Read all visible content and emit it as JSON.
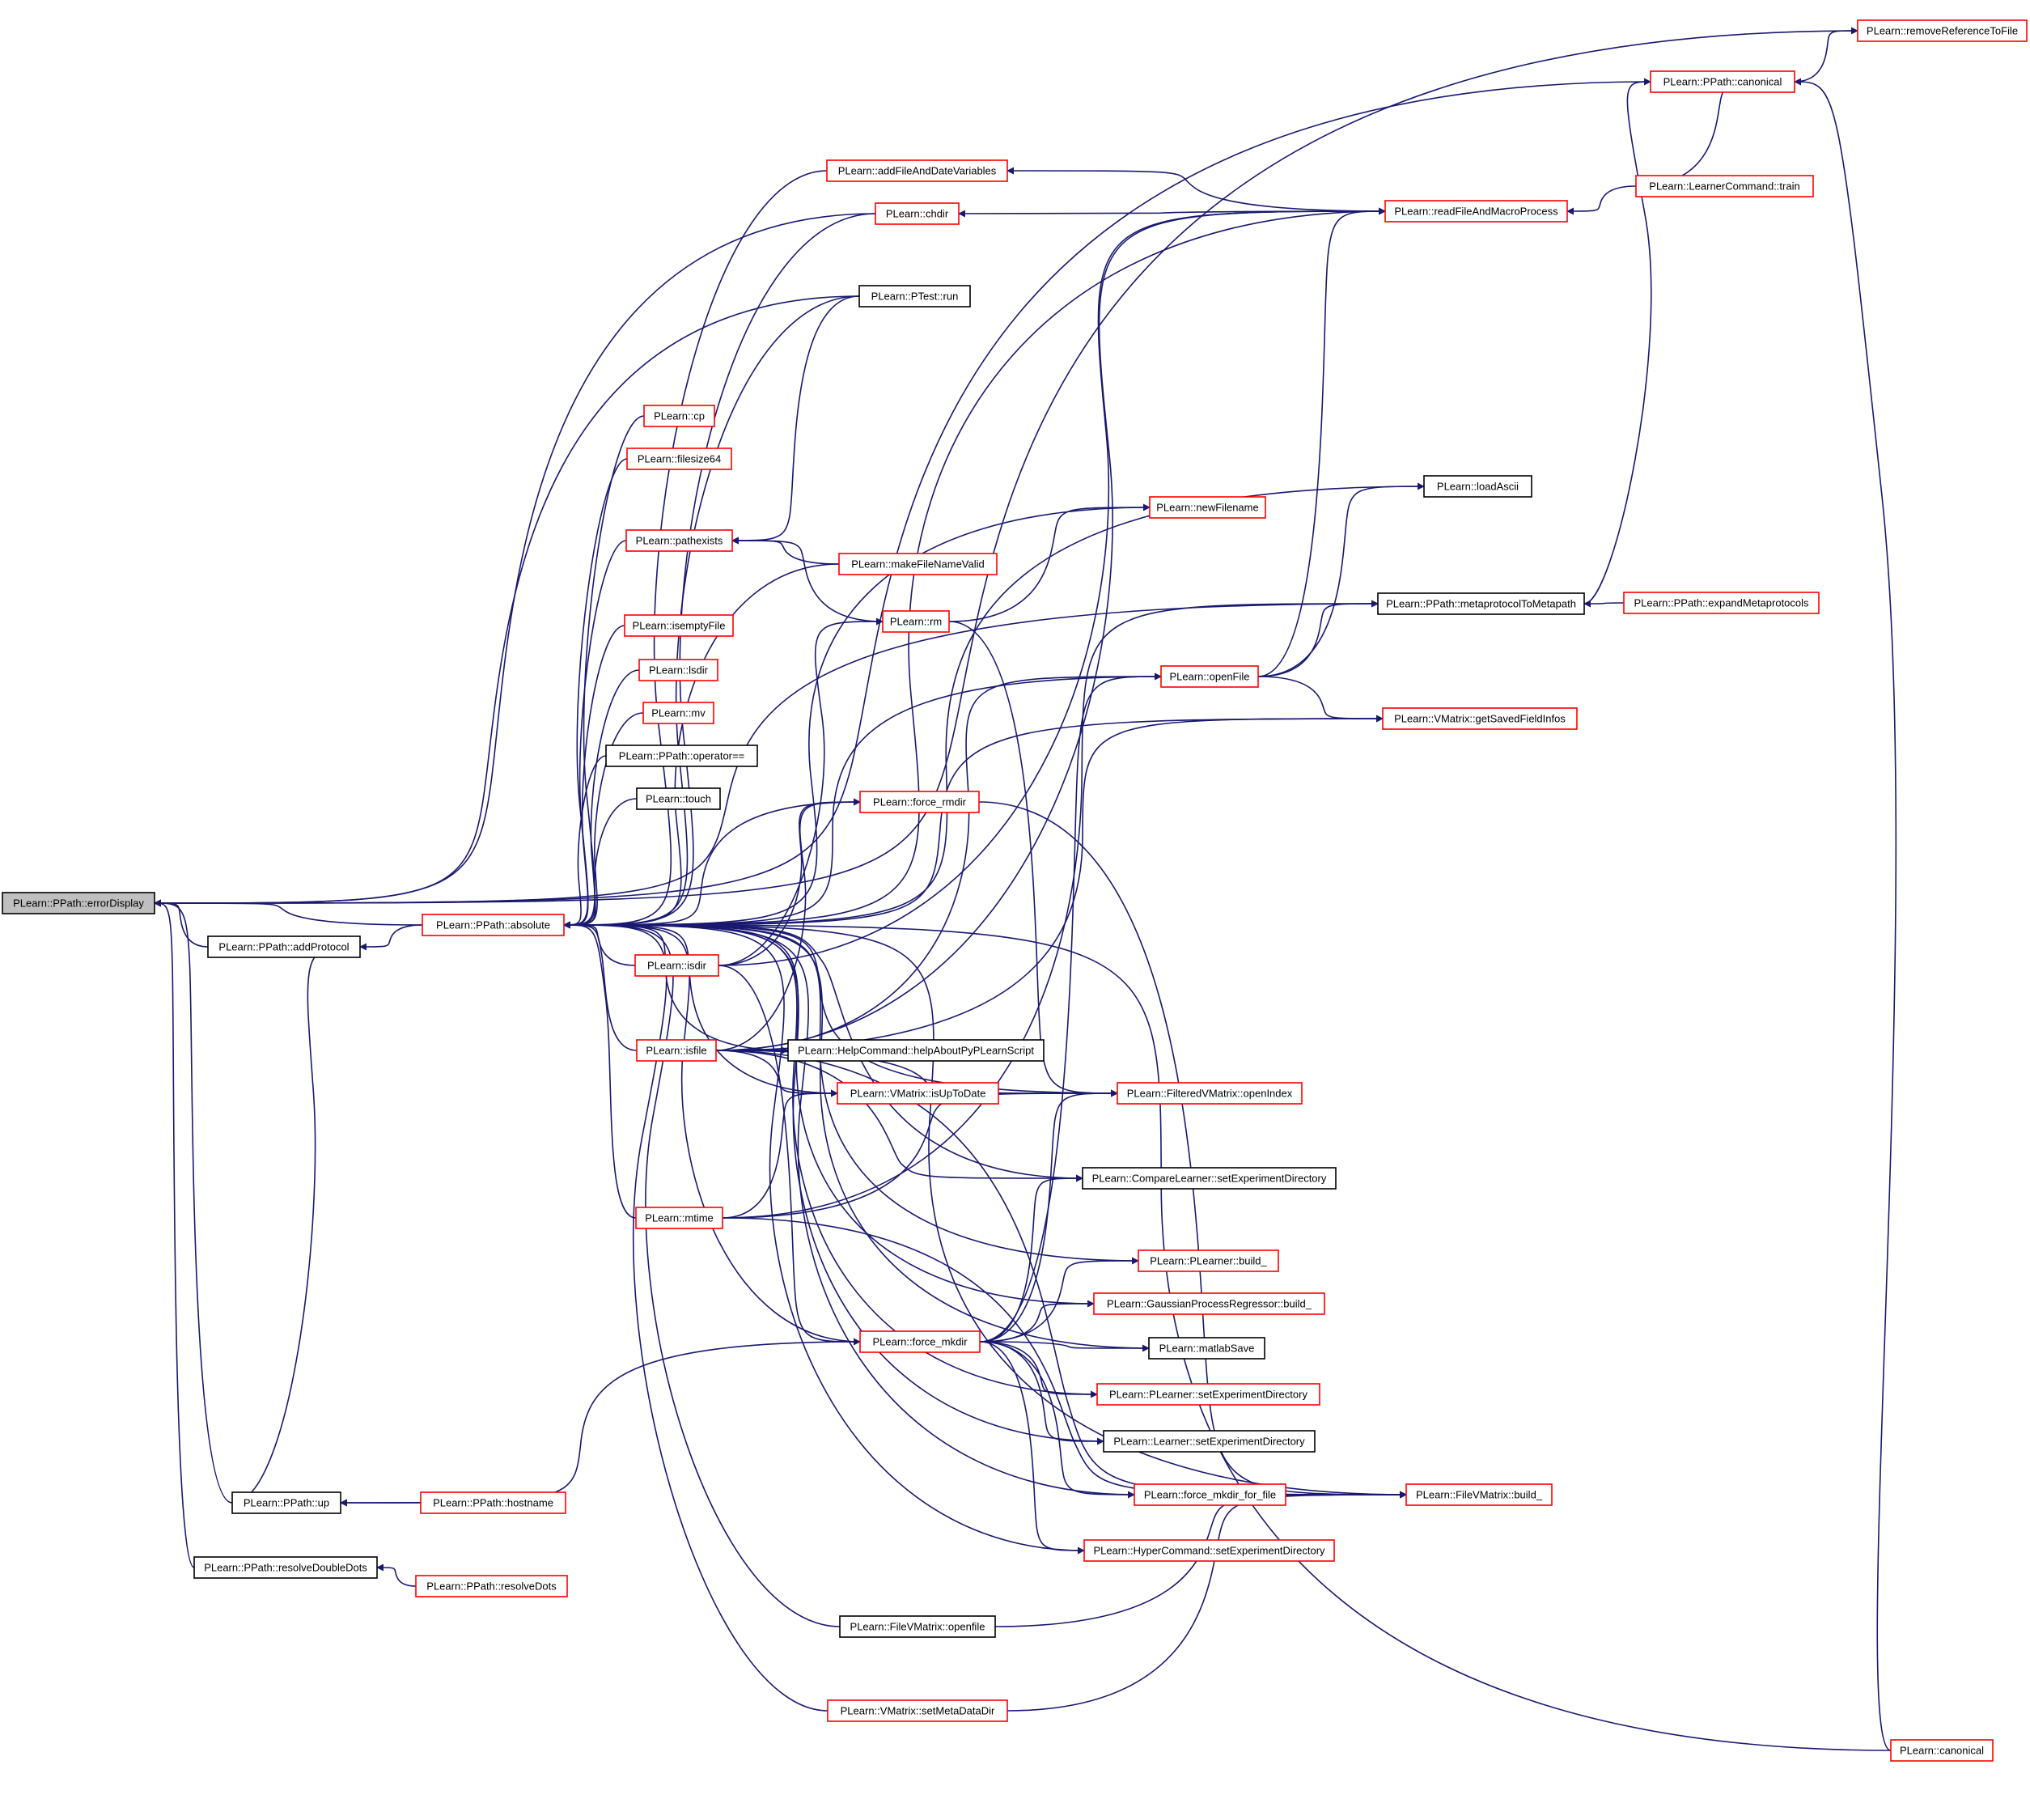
{
  "colors": {
    "edge": "#191970",
    "red_border": "#ff0000",
    "black_border": "#000000",
    "focus_fill": "#bfbfbf"
  },
  "nodes": [
    {
      "id": "errorDisplay",
      "label": "PLearn::PPath::errorDisplay",
      "style": "focus"
    },
    {
      "id": "addProtocol",
      "label": "PLearn::PPath::addProtocol",
      "style": "black"
    },
    {
      "id": "absolute",
      "label": "PLearn::PPath::absolute",
      "style": "red"
    },
    {
      "id": "up",
      "label": "PLearn::PPath::up",
      "style": "black"
    },
    {
      "id": "hostname",
      "label": "PLearn::PPath::hostname",
      "style": "red"
    },
    {
      "id": "resolveDoubleDots",
      "label": "PLearn::PPath::resolveDoubleDots",
      "style": "black"
    },
    {
      "id": "resolveDots",
      "label": "PLearn::PPath::resolveDots",
      "style": "red"
    },
    {
      "id": "addFileAndDateVariables",
      "label": "PLearn::addFileAndDateVariables",
      "style": "red"
    },
    {
      "id": "chdir",
      "label": "PLearn::chdir",
      "style": "red"
    },
    {
      "id": "ptestRun",
      "label": "PLearn::PTest::run",
      "style": "black"
    },
    {
      "id": "cp",
      "label": "PLearn::cp",
      "style": "red"
    },
    {
      "id": "filesize64",
      "label": "PLearn::filesize64",
      "style": "red"
    },
    {
      "id": "pathexists",
      "label": "PLearn::pathexists",
      "style": "red"
    },
    {
      "id": "isemptyFile",
      "label": "PLearn::isemptyFile",
      "style": "red"
    },
    {
      "id": "lsdir",
      "label": "PLearn::lsdir",
      "style": "red"
    },
    {
      "id": "mv",
      "label": "PLearn::mv",
      "style": "red"
    },
    {
      "id": "operatorEq",
      "label": "PLearn::PPath::operator==",
      "style": "black"
    },
    {
      "id": "touch",
      "label": "PLearn::touch",
      "style": "black"
    },
    {
      "id": "isdir",
      "label": "PLearn::isdir",
      "style": "red"
    },
    {
      "id": "isfile",
      "label": "PLearn::isfile",
      "style": "red"
    },
    {
      "id": "mtime",
      "label": "PLearn::mtime",
      "style": "red"
    },
    {
      "id": "forceMkdir",
      "label": "PLearn::force_mkdir",
      "style": "red"
    },
    {
      "id": "fileVMatOpenfile",
      "label": "PLearn::FileVMatrix::openfile",
      "style": "black"
    },
    {
      "id": "setMetaDataDir",
      "label": "PLearn::VMatrix::setMetaDataDir",
      "style": "red"
    },
    {
      "id": "makeFileNameValid",
      "label": "PLearn::makeFileNameValid",
      "style": "red"
    },
    {
      "id": "rm",
      "label": "PLearn::rm",
      "style": "red"
    },
    {
      "id": "forceRmdir",
      "label": "PLearn::force_rmdir",
      "style": "red"
    },
    {
      "id": "helpAbout",
      "label": "PLearn::HelpCommand::helpAboutPyPLearnScript",
      "style": "black"
    },
    {
      "id": "isUpToDate",
      "label": "PLearn::VMatrix::isUpToDate",
      "style": "red"
    },
    {
      "id": "newFilename",
      "label": "PLearn::newFilename",
      "style": "red"
    },
    {
      "id": "openFile",
      "label": "PLearn::openFile",
      "style": "red"
    },
    {
      "id": "filteredOpenIndex",
      "label": "PLearn::FilteredVMatrix::openIndex",
      "style": "red"
    },
    {
      "id": "compareLearner",
      "label": "PLearn::CompareLearner::setExperimentDirectory",
      "style": "black"
    },
    {
      "id": "plearnerBuild",
      "label": "PLearn::PLearner::build_",
      "style": "red"
    },
    {
      "id": "gaussianBuild",
      "label": "PLearn::GaussianProcessRegressor::build_",
      "style": "red"
    },
    {
      "id": "matlabSave",
      "label": "PLearn::matlabSave",
      "style": "black"
    },
    {
      "id": "plearnerSetExp",
      "label": "PLearn::PLearner::setExperimentDirectory",
      "style": "red"
    },
    {
      "id": "learnerSetExp",
      "label": "PLearn::Learner::setExperimentDirectory",
      "style": "black"
    },
    {
      "id": "forceMkdirForFile",
      "label": "PLearn::force_mkdir_for_file",
      "style": "red"
    },
    {
      "id": "hyperSetExp",
      "label": "PLearn::HyperCommand::setExperimentDirectory",
      "style": "red"
    },
    {
      "id": "readFileAndMacro",
      "label": "PLearn::readFileAndMacroProcess",
      "style": "red"
    },
    {
      "id": "loadAscii",
      "label": "PLearn::loadAscii",
      "style": "black"
    },
    {
      "id": "metaToMeta",
      "label": "PLearn::PPath::metaprotocolToMetapath",
      "style": "black"
    },
    {
      "id": "getSavedFieldInfos",
      "label": "PLearn::VMatrix::getSavedFieldInfos",
      "style": "red"
    },
    {
      "id": "fileVMatBuild",
      "label": "PLearn::FileVMatrix::build_",
      "style": "red"
    },
    {
      "id": "ppathCanonical",
      "label": "PLearn::PPath::canonical",
      "style": "red"
    },
    {
      "id": "learnerCmdTrain",
      "label": "PLearn::LearnerCommand::train",
      "style": "red"
    },
    {
      "id": "expandMeta",
      "label": "PLearn::PPath::expandMetaprotocols",
      "style": "red"
    },
    {
      "id": "removeRef",
      "label": "PLearn::removeReferenceToFile",
      "style": "red"
    },
    {
      "id": "canonical",
      "label": "PLearn::canonical",
      "style": "red"
    }
  ]
}
